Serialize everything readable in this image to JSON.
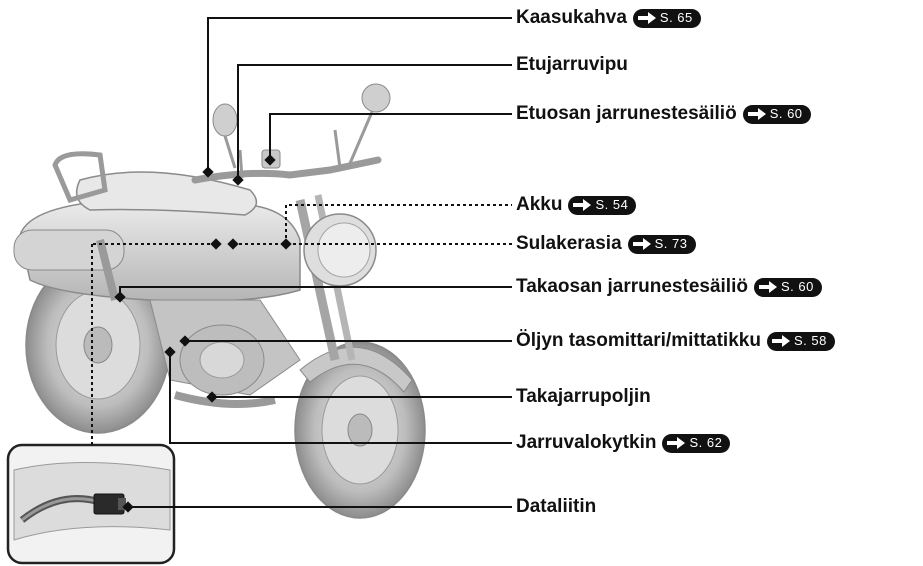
{
  "labels": [
    {
      "id": "kaasukahva",
      "text": "Kaasukahva",
      "ref": "S. 65"
    },
    {
      "id": "etujarruvipu",
      "text": "Etujarruvipu",
      "ref": ""
    },
    {
      "id": "etuosan",
      "text": "Etuosan jarrunestesäiliö",
      "ref": "S. 60"
    },
    {
      "id": "akku",
      "text": "Akku",
      "ref": "S. 54"
    },
    {
      "id": "sulakerasia",
      "text": "Sulakerasia",
      "ref": "S. 73"
    },
    {
      "id": "takaosan",
      "text": "Takaosan jarrunestesäiliö",
      "ref": "S. 60"
    },
    {
      "id": "oljyn",
      "text": "Öljyn tasomittari/mittatikku",
      "ref": "S. 58"
    },
    {
      "id": "takajarru",
      "text": "Takajarrupoljin",
      "ref": ""
    },
    {
      "id": "jarruvalo",
      "text": "Jarruvalokytkin",
      "ref": "S. 62"
    },
    {
      "id": "dataliitin",
      "text": "Dataliitin",
      "ref": ""
    }
  ],
  "colors": {
    "leader": "#111111",
    "bike_body": "#cfcfcf",
    "bike_dark": "#9a9a9a",
    "ref_bg": "#111111"
  }
}
